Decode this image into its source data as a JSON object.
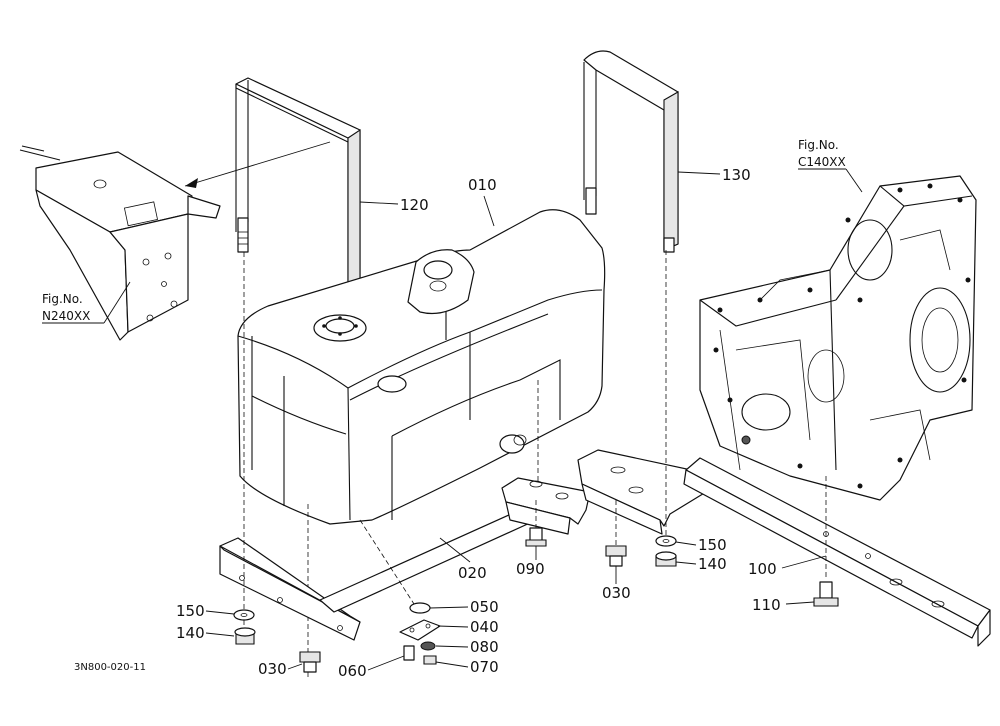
{
  "diagram": {
    "code": "3N800-020-11",
    "references": [
      {
        "prefix": "Fig.No.",
        "id": "N240XX"
      },
      {
        "prefix": "Fig.No.",
        "id": "C140XX"
      }
    ],
    "parts": {
      "p010": "010",
      "p020": "020",
      "p030a": "030",
      "p030b": "030",
      "p040": "040",
      "p050": "050",
      "p060": "060",
      "p070": "070",
      "p080": "080",
      "p090": "090",
      "p100": "100",
      "p110": "110",
      "p120": "120",
      "p130": "130",
      "p140a": "140",
      "p140b": "140",
      "p150a": "150",
      "p150b": "150"
    }
  }
}
